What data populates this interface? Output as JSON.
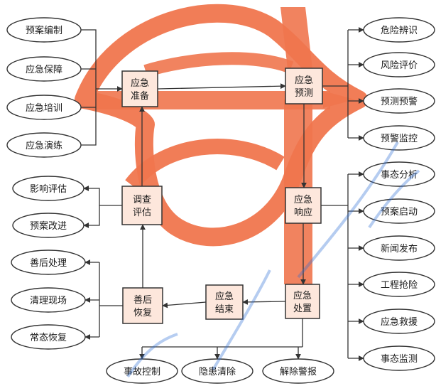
{
  "colors": {
    "accent": "#f0764e",
    "stroke": "#333333",
    "box_fill": "#fde7dc",
    "watermark": "#2e6fd6"
  },
  "boxes": {
    "preparation": [
      "应急",
      "准备"
    ],
    "warning": [
      "应急",
      "预测"
    ],
    "response": [
      "应急",
      "响应"
    ],
    "disposal": [
      "应急",
      "处置"
    ],
    "end": [
      "应急",
      "结束"
    ],
    "recovery": [
      "善后",
      "恢复"
    ],
    "evaluation": [
      "调查",
      "评估"
    ]
  },
  "left_top": [
    "预案编制",
    "应急保障",
    "应急培训",
    "应急演练"
  ],
  "left_mid": [
    "影响评估",
    "预案改进"
  ],
  "left_bottom": [
    "善后处理",
    "清理现场",
    "常态恢复"
  ],
  "right_top": [
    "危险辨识",
    "风险评价",
    "预测预警",
    "预警监控"
  ],
  "right_bottom": [
    "事态分析",
    "预案启动",
    "新闻发布",
    "工程抢险",
    "应急救援",
    "事态监测"
  ],
  "bottom": [
    "事故控制",
    "隐患清除",
    "解除警报"
  ]
}
